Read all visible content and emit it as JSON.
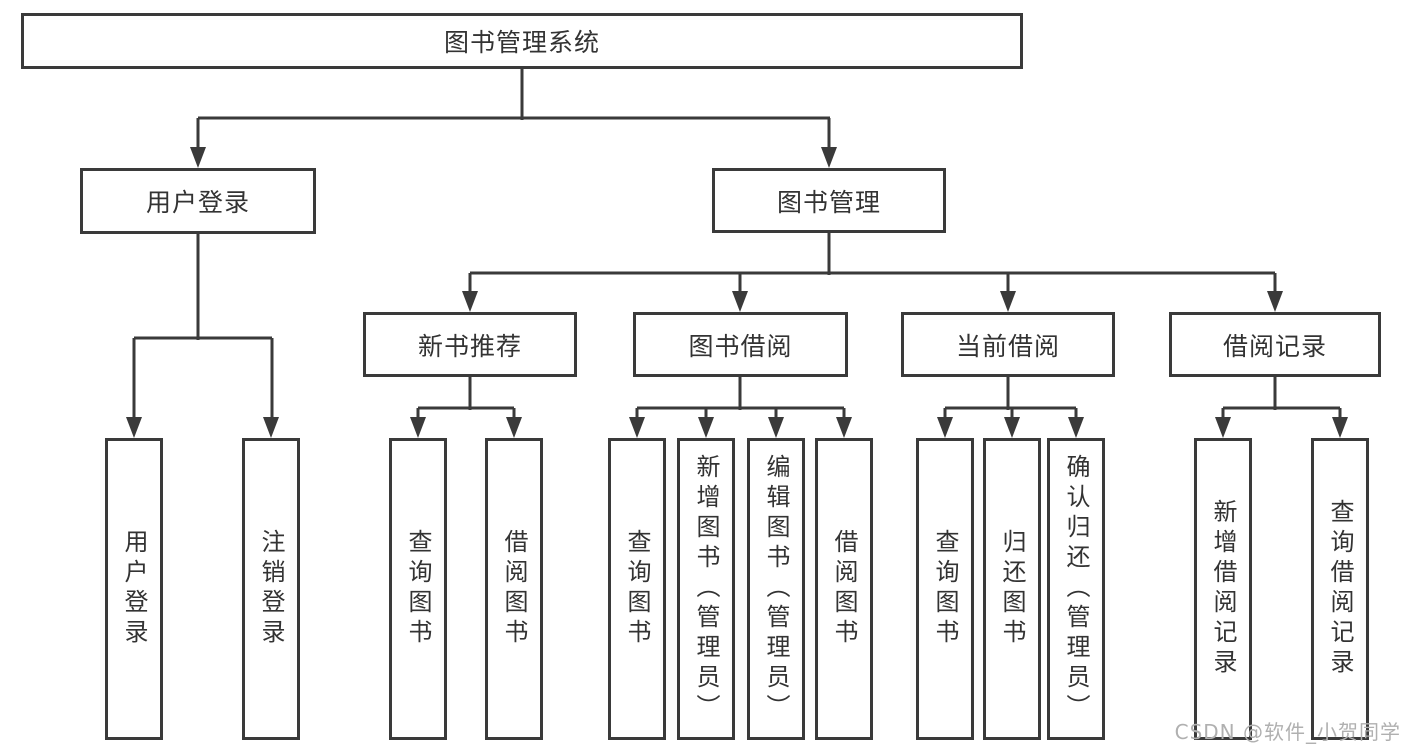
{
  "diagram": {
    "root": {
      "label": "图书管理系统"
    },
    "branches": [
      {
        "label": "用户登录",
        "children": [
          {
            "label": "用户登录"
          },
          {
            "label": "注销登录"
          }
        ]
      },
      {
        "label": "图书管理",
        "children": [
          {
            "label": "新书推荐",
            "children": [
              {
                "label": "查询图书"
              },
              {
                "label": "借阅图书"
              }
            ]
          },
          {
            "label": "图书借阅",
            "children": [
              {
                "label": "查询图书"
              },
              {
                "label": "新增图书（管理员）"
              },
              {
                "label": "编辑图书（管理员）"
              },
              {
                "label": "借阅图书"
              }
            ]
          },
          {
            "label": "当前借阅",
            "children": [
              {
                "label": "查询图书"
              },
              {
                "label": "归还图书"
              },
              {
                "label": "确认归还（管理员）"
              }
            ]
          },
          {
            "label": "借阅记录",
            "children": [
              {
                "label": "新增借阅记录"
              },
              {
                "label": "查询借阅记录"
              }
            ]
          }
        ]
      }
    ]
  },
  "watermark": {
    "text": "CSDN @软件_小贺同学"
  },
  "colors": {
    "line": "#3a3a3a",
    "text": "#333333",
    "watermark": "#b0b0b0",
    "background": "#ffffff"
  }
}
